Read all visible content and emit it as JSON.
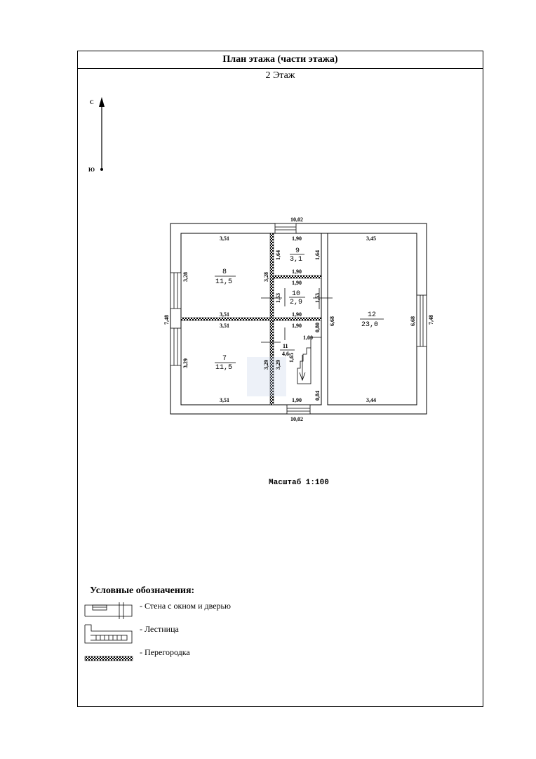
{
  "header": {
    "title": "План этажа (части этажа)",
    "floor": "2 Этаж"
  },
  "compass": {
    "north": "С",
    "south": "Ю"
  },
  "rooms": [
    {
      "number": "8",
      "area": "11,5"
    },
    {
      "number": "7",
      "area": "11,5"
    },
    {
      "number": "9",
      "area": "3,1"
    },
    {
      "number": "10",
      "area": "2,9"
    },
    {
      "number": "11",
      "area": "4,6"
    },
    {
      "number": "12",
      "area": "23,0"
    }
  ],
  "dimensions": {
    "outer_top": "10,02",
    "outer_bottom": "10,02",
    "outer_left": "7,48",
    "outer_right": "7,48",
    "r8_top": "3,51",
    "r8_left": "3,28",
    "r8_right": "3,28",
    "r8_bottom": "3,51",
    "r7_top": "3,51",
    "r7_left": "3,29",
    "r7_right": "3,29",
    "r7_bottom": "3,51",
    "r9_top": "1,90",
    "r9_left": "1,64",
    "r9_right": "1,64",
    "r9_bottom": "1,90",
    "r10_top": "1,90",
    "r10_left": "1,53",
    "r10_right": "1,53",
    "r10_bottom": "1,90",
    "r11_top": "1,90",
    "r11_left": "3,29",
    "r11_stair": "1,00",
    "r11_stair_len": "1,65",
    "r11_right_top": "0,80",
    "r11_right_bottom": "0,84",
    "r11_bottom": "1,90",
    "r12_top": "3,45",
    "r12_left": "6,68",
    "r12_right": "6,68",
    "r12_bottom": "3,44"
  },
  "scale": "Масштаб 1:100",
  "legend": {
    "title": "Условные обозначения:",
    "items": [
      "- Стена с окном и дверью",
      "- Лестница",
      "- Перегородка"
    ]
  }
}
